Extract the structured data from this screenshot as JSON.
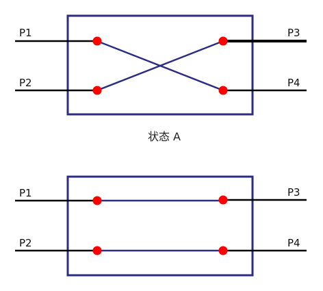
{
  "colors": {
    "box": "#2b2e80",
    "path": "#2b2e80",
    "node": "#ff0000",
    "lead": "#000000"
  },
  "states": [
    {
      "label": "状态 A",
      "connection": "crossed",
      "ports": {
        "p1": "P1",
        "p2": "P2",
        "p3": "P3",
        "p4": "P4"
      }
    },
    {
      "label": "",
      "connection": "straight",
      "ports": {
        "p1": "P1",
        "p2": "P2",
        "p3": "P3",
        "p4": "P4"
      }
    }
  ]
}
